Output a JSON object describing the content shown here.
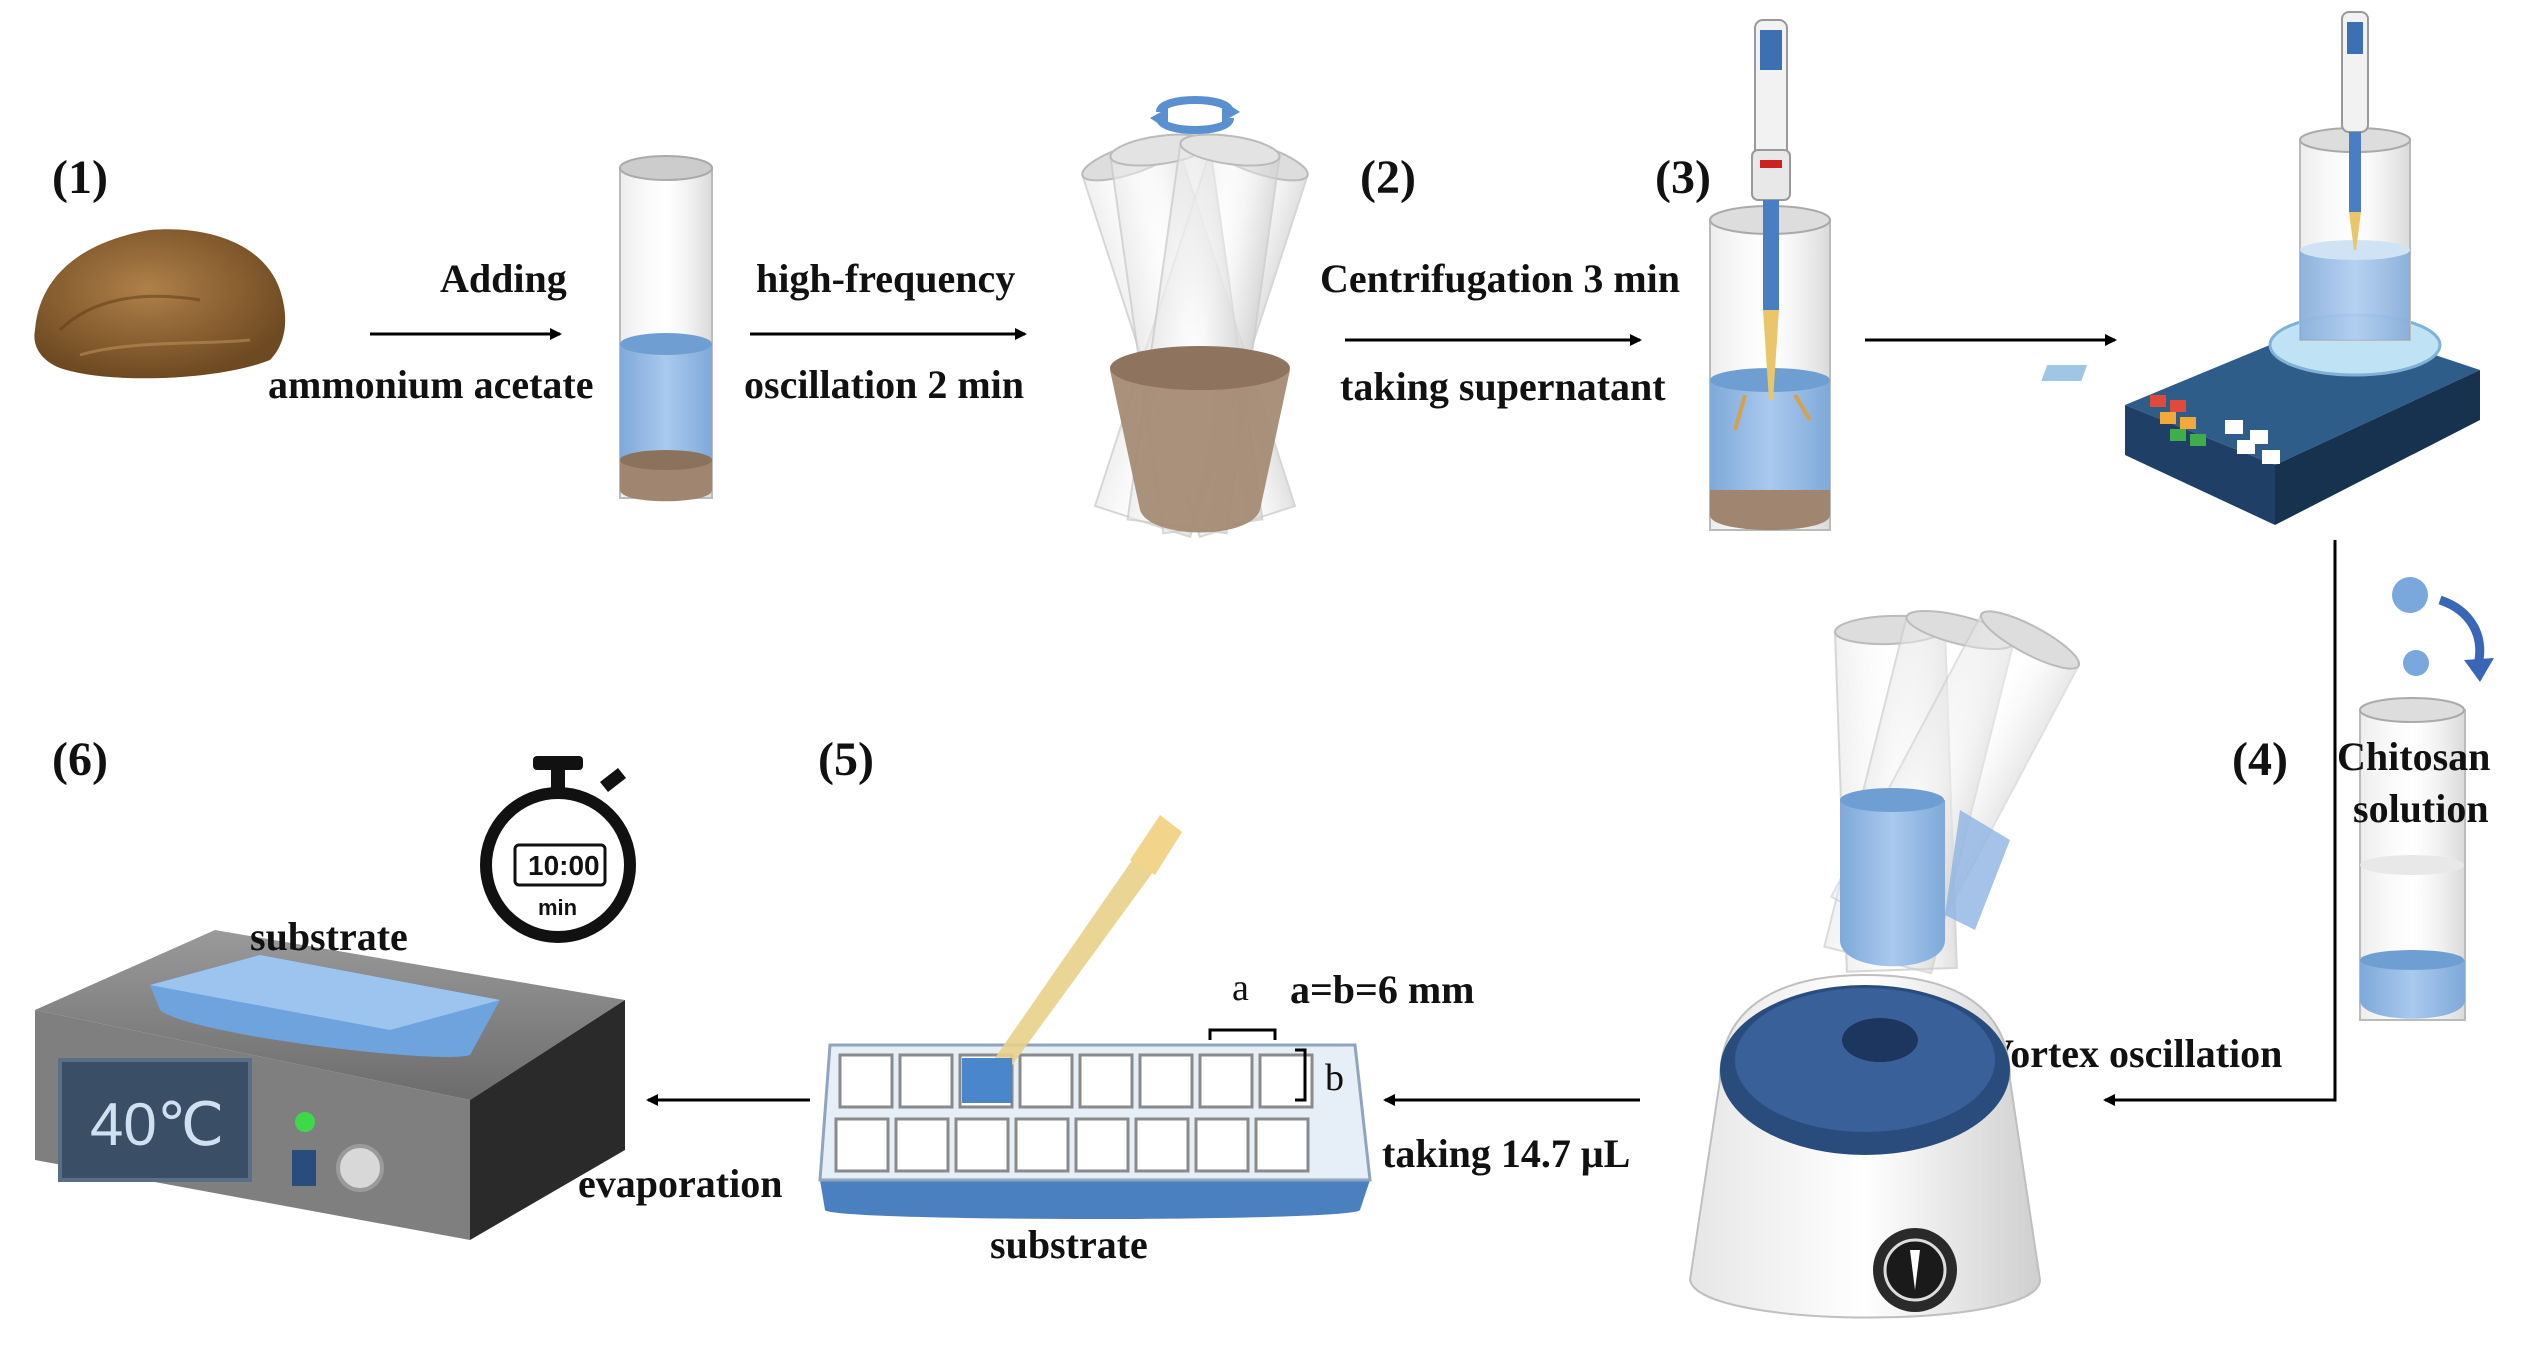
{
  "steps": {
    "s1": "(1)",
    "s2": "(2)",
    "s3": "(3)",
    "s4": "(4)",
    "s5": "(5)",
    "s6": "(6)"
  },
  "captions": {
    "adding": "Adding",
    "ammonium_acetate": "ammonium acetate",
    "high_frequency": "high-frequency",
    "oscillation_2min": "oscillation 2 min",
    "centrifugation": "Centrifugation 3 min",
    "taking_supernatant": "taking supernatant",
    "chitosan": "Chitosan",
    "solution": "solution",
    "vortex": "Vortex oscillation",
    "taking_volume": "taking 14.7 μL",
    "evaporation": "evaporation",
    "substrate_middle": "substrate",
    "substrate_left": "substrate",
    "dim_a": "a",
    "dim_b": "b",
    "dim_eq": "a=b=6 mm"
  },
  "heater": {
    "display": "40℃"
  },
  "timer": {
    "time": "10:00",
    "unit": "min"
  },
  "colors": {
    "liquid_blue": "#8fb8e6",
    "sediment_brown": "#a08670",
    "soil_brown": "#8a6030",
    "device_navy": "#1f3f66"
  }
}
